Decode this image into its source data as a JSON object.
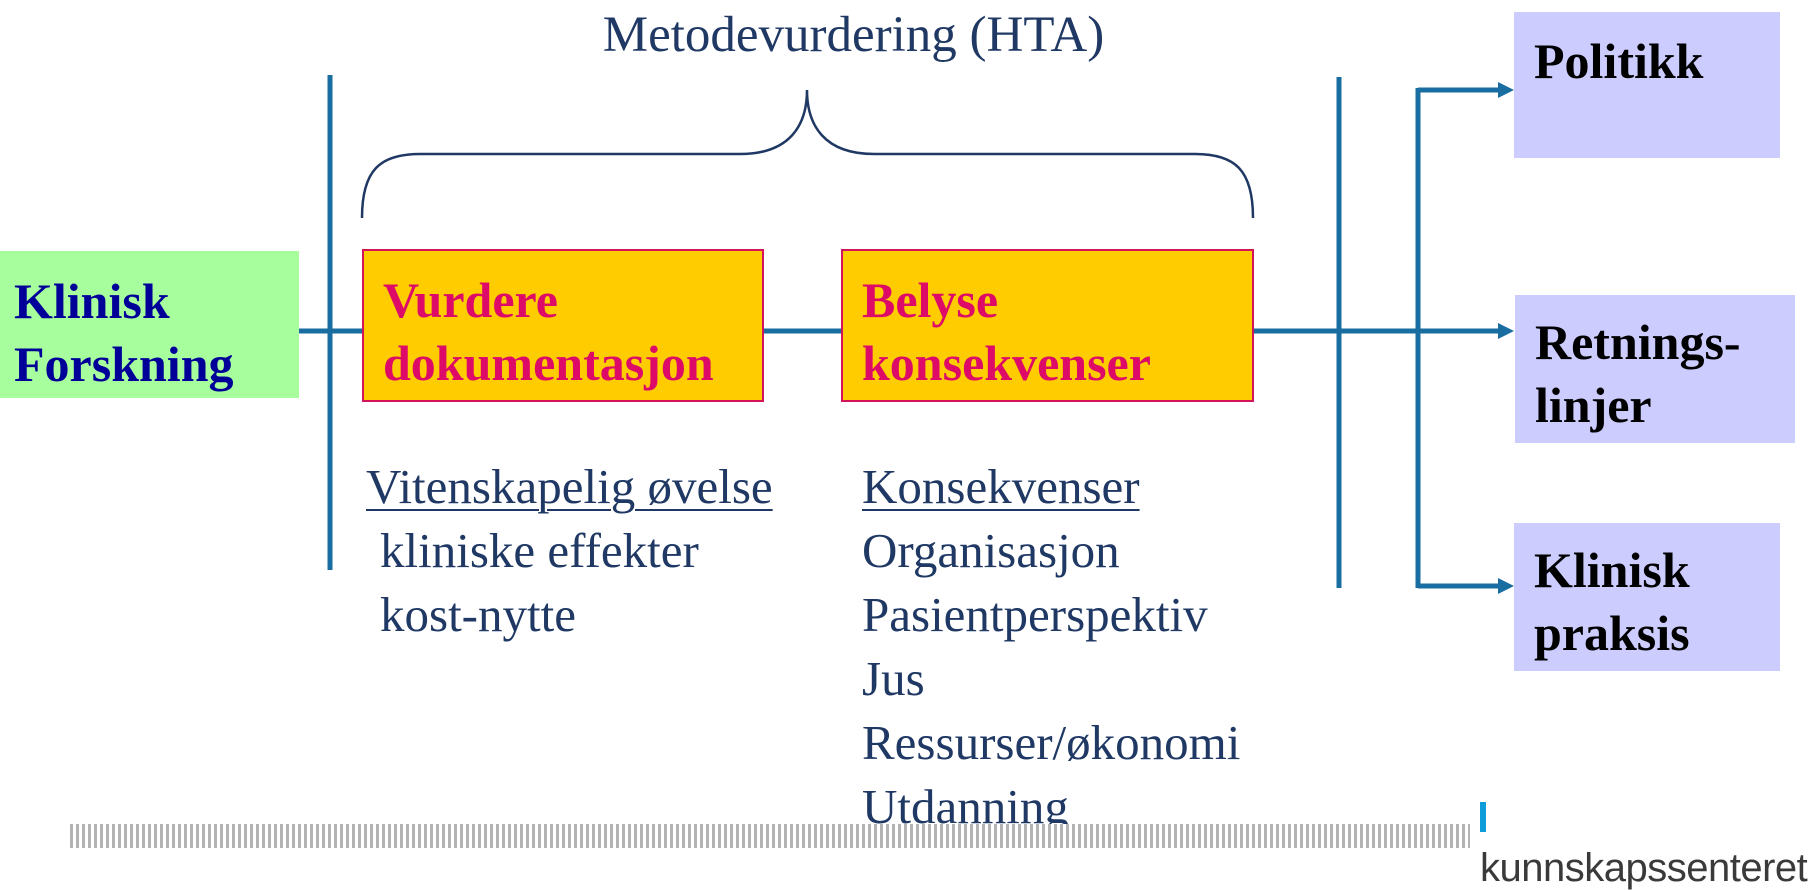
{
  "title": "Metodevurdering (HTA)",
  "source": {
    "line1": "Klinisk",
    "line2": "Forskning"
  },
  "process": [
    {
      "line1": "Vurdere",
      "line2": "dokumentasjon"
    },
    {
      "line1": "Belyse",
      "line2": "konsekvenser"
    }
  ],
  "outcomes": [
    {
      "line1": "Politikk",
      "line2": ""
    },
    {
      "line1": "Retnings-",
      "line2": "linjer"
    },
    {
      "line1": "Klinisk",
      "line2": "praksis"
    }
  ],
  "notes_left": {
    "heading": "Vitenskapelig øvelse",
    "items": [
      "kliniske effekter",
      "kost-nytte"
    ]
  },
  "notes_right": {
    "heading": "Konsekvenser",
    "items": [
      "Organisasjon",
      "Pasientperspektiv",
      "Jus",
      "Ressurser/økonomi",
      "Utdanning"
    ]
  },
  "footer": {
    "logo_text": "kunnskapssenteret"
  },
  "colors": {
    "line": "#1a6da0",
    "brace": "#1f3864",
    "source_fill": "#a6ff9c",
    "source_text": "#000099",
    "process_fill": "#ffcc00",
    "process_border": "#d4145a",
    "process_text": "#dd0a68",
    "outcome_fill": "#ccccff",
    "logo_mark": "#0f9dd9"
  }
}
